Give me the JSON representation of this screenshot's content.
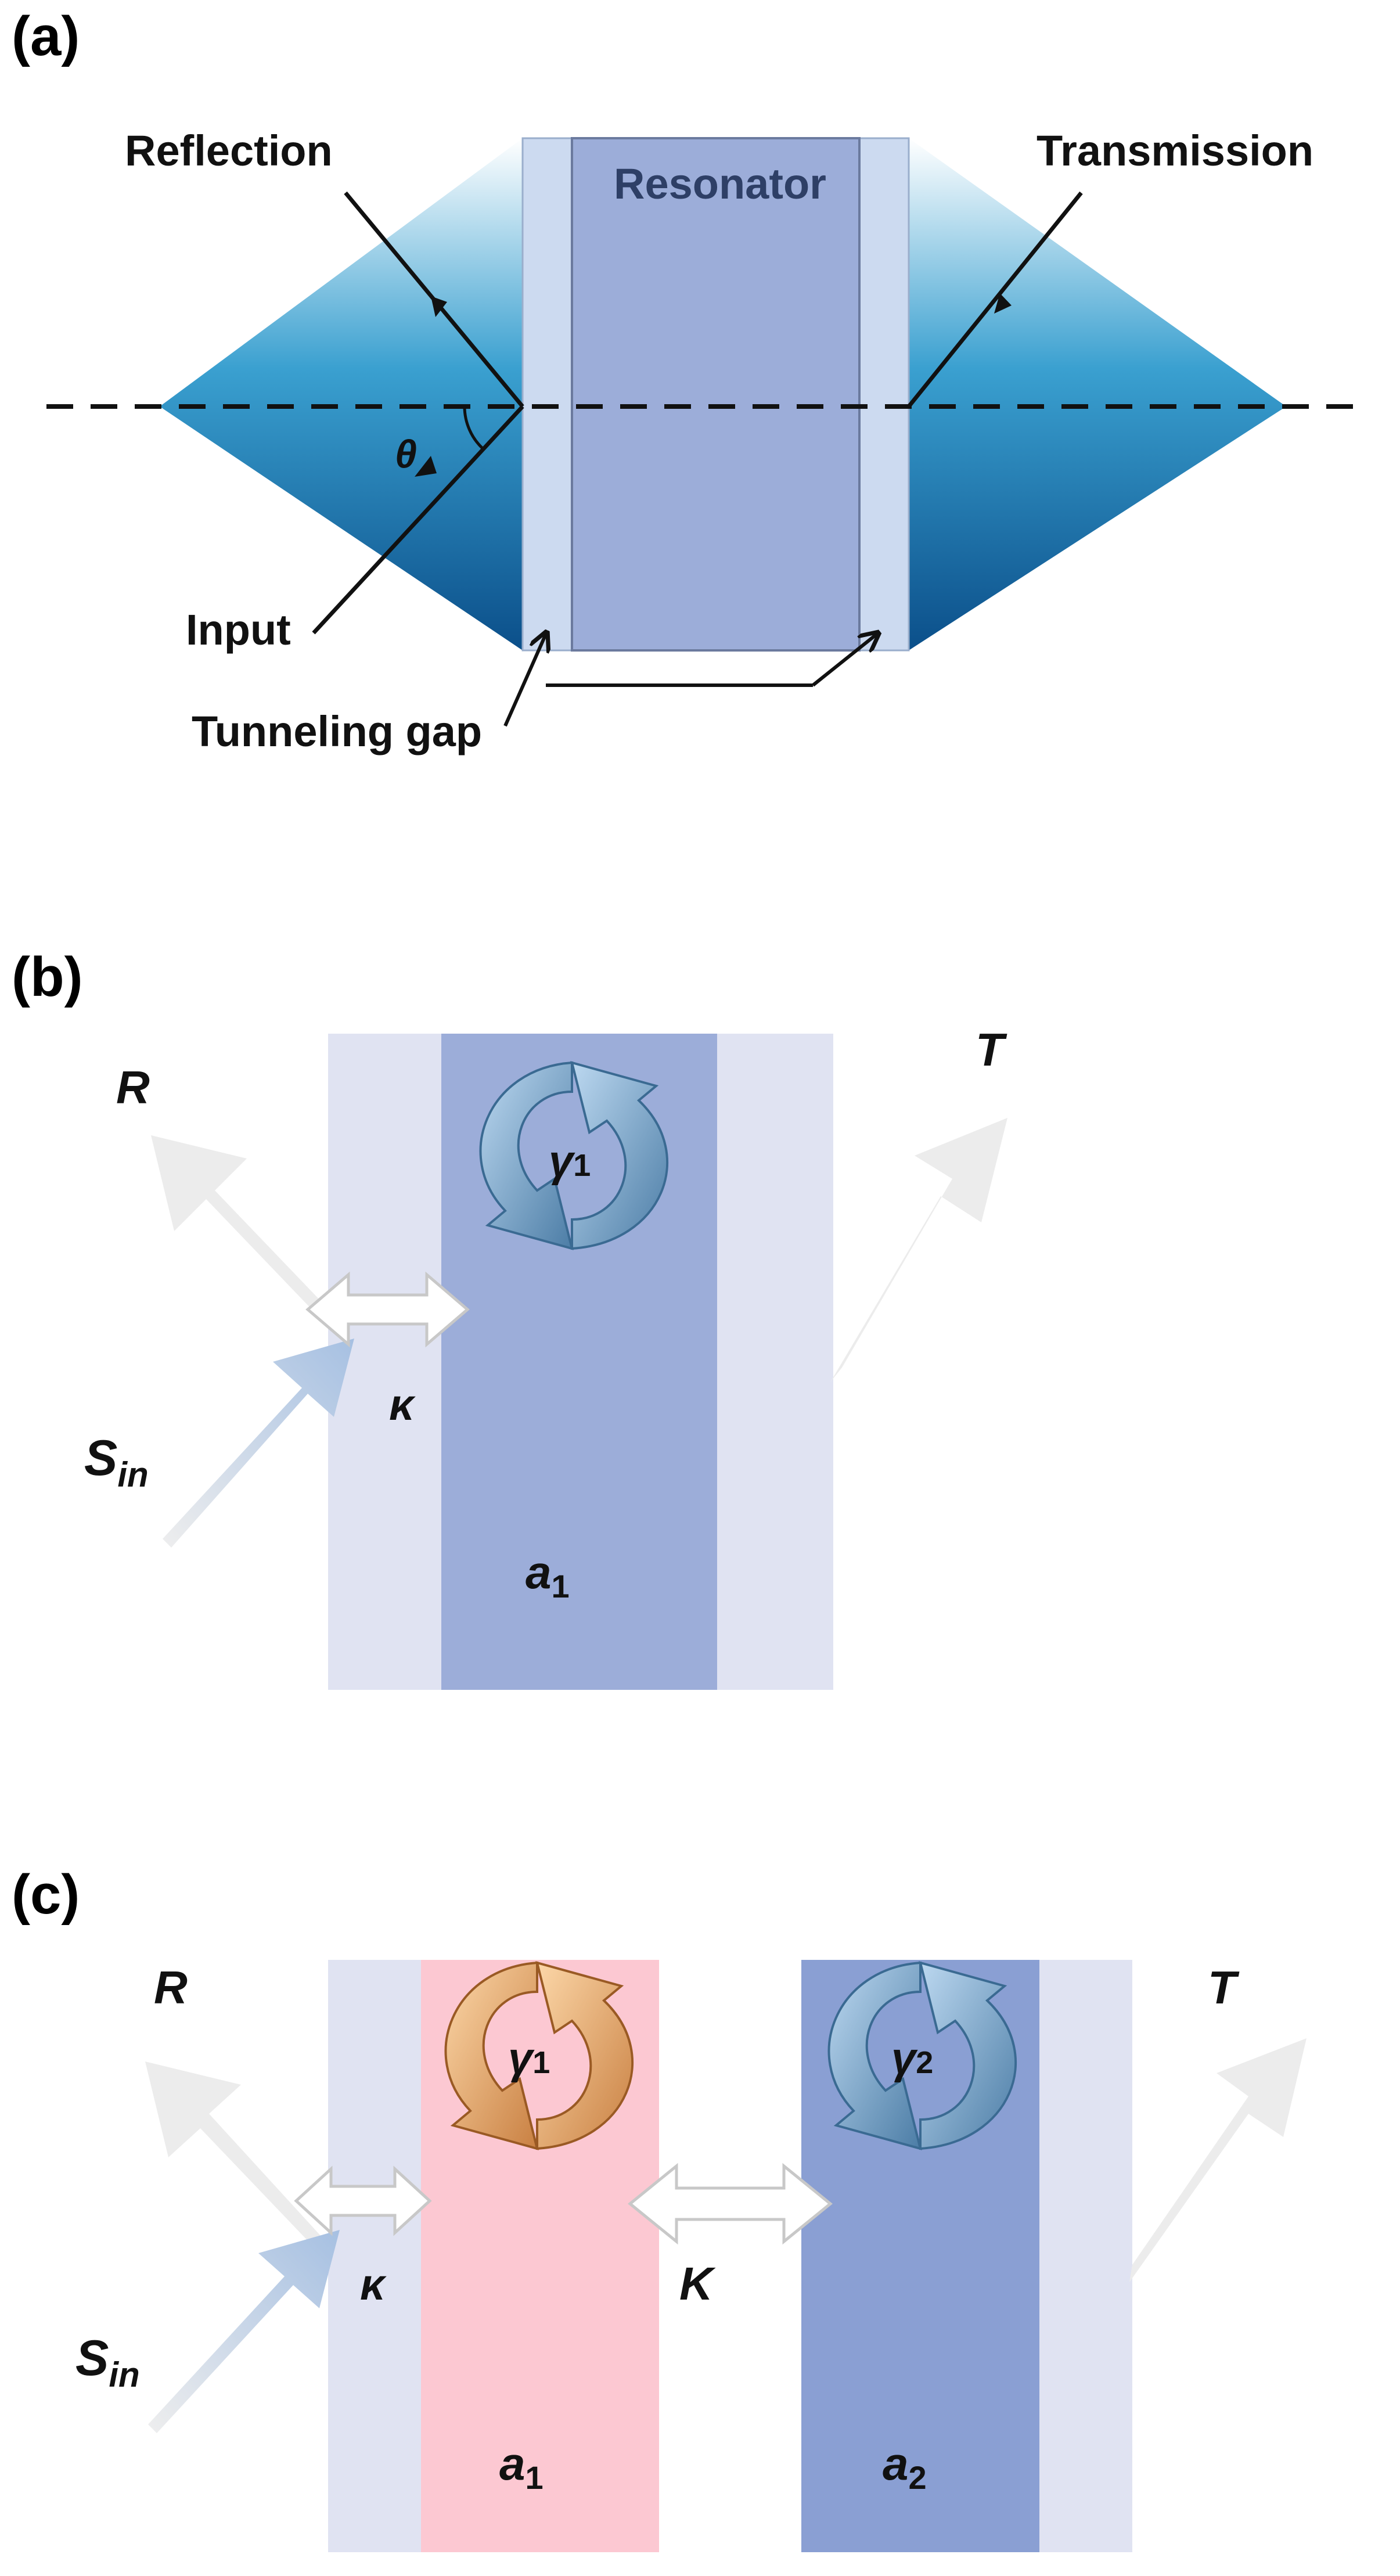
{
  "panel_a": {
    "label": "(a)",
    "reflection": "Reflection",
    "transmission": "Transmission",
    "resonator": "Resonator",
    "theta": "θ",
    "input": "Input",
    "tunneling_gap": "Tunneling gap"
  },
  "panel_b": {
    "label": "(b)",
    "R": "R",
    "T": "T",
    "S": "S",
    "S_sub": "in",
    "kappa": "κ",
    "gamma": "γ",
    "gamma_sub": "1",
    "a": "a",
    "a_sub": "1"
  },
  "panel_c": {
    "label": "(c)",
    "R": "R",
    "T": "T",
    "S": "S",
    "S_sub": "in",
    "kappa": "κ",
    "K": "K",
    "gamma1": "γ",
    "gamma1_sub": "1",
    "gamma2": "γ",
    "gamma2_sub": "2",
    "a1": "a",
    "a1_sub": "1",
    "a2": "a",
    "a2_sub": "2"
  },
  "colors": {
    "prism_top": "#ffffff",
    "prism_mid": "#3aa0d0",
    "prism_bottom": "#0b4f8a",
    "gap": "#ccdaf0",
    "resonator": "#9cadd9",
    "cladding": "#e0e3f2",
    "resonator_b": "#9cadd9",
    "resonator_c_left": "#fcc8d2",
    "resonator_c_right": "#8a9fd3",
    "ghost_arrow": "#e8e8e8",
    "blue_swirl": "#86b6df",
    "orange_swirl": "#f4b57a",
    "text": "#111111"
  }
}
